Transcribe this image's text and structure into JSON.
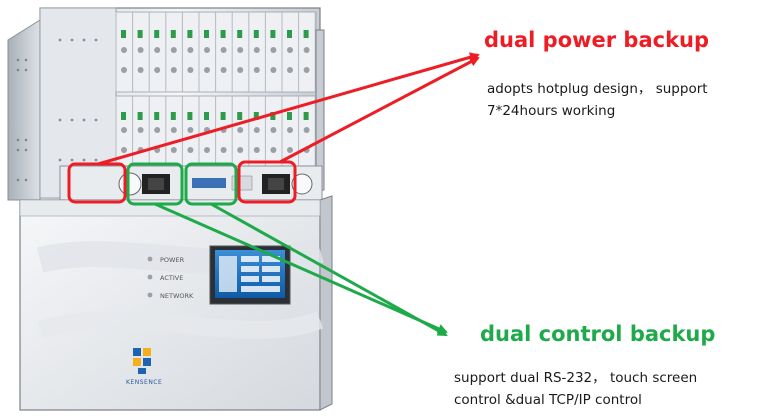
{
  "callouts": {
    "power": {
      "title": "dual power backup",
      "lines": [
        "adopts hotplug design， support",
        "7*24hours working"
      ]
    },
    "control": {
      "title": "dual control backup",
      "lines": [
        "support dual RS-232， touch screen",
        "control &dual TCP/IP control"
      ]
    }
  },
  "device": {
    "indicators": [
      "POWER",
      "ACTIVE",
      "NETWORK"
    ],
    "brand": "KENSENCE"
  },
  "colors": {
    "power_accent": "#ee1c25",
    "control_accent": "#1eaa4a"
  }
}
